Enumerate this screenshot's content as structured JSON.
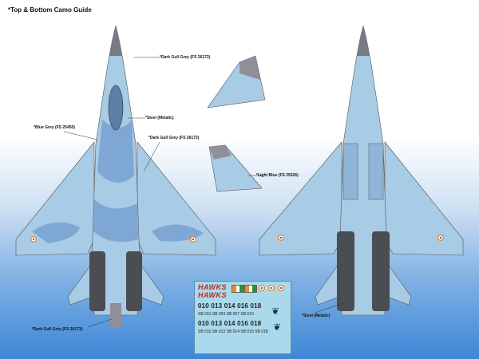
{
  "page": {
    "title": "*Top & Bottom Camo Guide"
  },
  "callouts": {
    "dark_gull_top": "*Dark Gull Grey (FS 26173)",
    "steel_top": "*Steel (Metalic)",
    "blue_grey": "*Blue Grey (FS 25450)",
    "dark_gull_mid": "*Dark Gull Grey (FS 26173)",
    "light_blue": "*Light Blue (FS 25526)",
    "dark_gull_bottom": "*Dark Gull Grey (FS 26173)",
    "steel_bottom": "*Steel (Metalic)"
  },
  "decal_sheet": {
    "logo_line1": "HAWKS",
    "logo_line2": "HAWKS",
    "numbers_row1": "010 013 014 016 018",
    "small_row1": "SB 001 SB 004 SB 007 SB 010",
    "numbers_row2": "010 013 014 016 018",
    "small_row2": "SB 010 SB 013 SB 014 SB 016 SB 018"
  },
  "colors": {
    "camo_light": "#a8cbe6",
    "camo_dark": "#7ea7d4",
    "camo_grey": "#8e8f99",
    "radome": "#777a80",
    "steel": "#4a4d52",
    "roundel_saffron": "#f08a24",
    "roundel_blue": "#1b3a8a",
    "decal_bg": "#a9d9ea",
    "logo_red": "#c2281f"
  }
}
